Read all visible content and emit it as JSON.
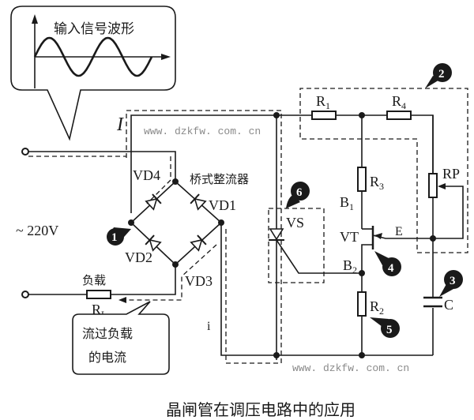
{
  "title": "晶闸管在调压电路中的应用",
  "watermark": "www. dzkfw. com. cn",
  "input_bubble": {
    "label": "输入信号波形"
  },
  "load_bubble": {
    "line1": "流过负载",
    "line2": "的电流"
  },
  "supply": {
    "label": "~ 220V",
    "current_upper": "I",
    "current_lower": "i"
  },
  "bridge": {
    "label": "桥式整流器",
    "diodes": [
      "VD1",
      "VD2",
      "VD3",
      "VD4"
    ]
  },
  "load": {
    "label": "负载",
    "resistor": "R",
    "resistor_sub": "L"
  },
  "components": {
    "R1": {
      "main": "R",
      "sub": "1"
    },
    "R2": {
      "main": "R",
      "sub": "2"
    },
    "R3": {
      "main": "R",
      "sub": "3"
    },
    "R4": {
      "main": "R",
      "sub": "4"
    },
    "RP": "RP",
    "C": "C",
    "VS": "VS",
    "VT": "VT",
    "E": "E",
    "B1": {
      "main": "B",
      "sub": "1"
    },
    "B2": {
      "main": "B",
      "sub": "2"
    }
  },
  "callouts": [
    "1",
    "2",
    "3",
    "4",
    "5",
    "6"
  ]
}
